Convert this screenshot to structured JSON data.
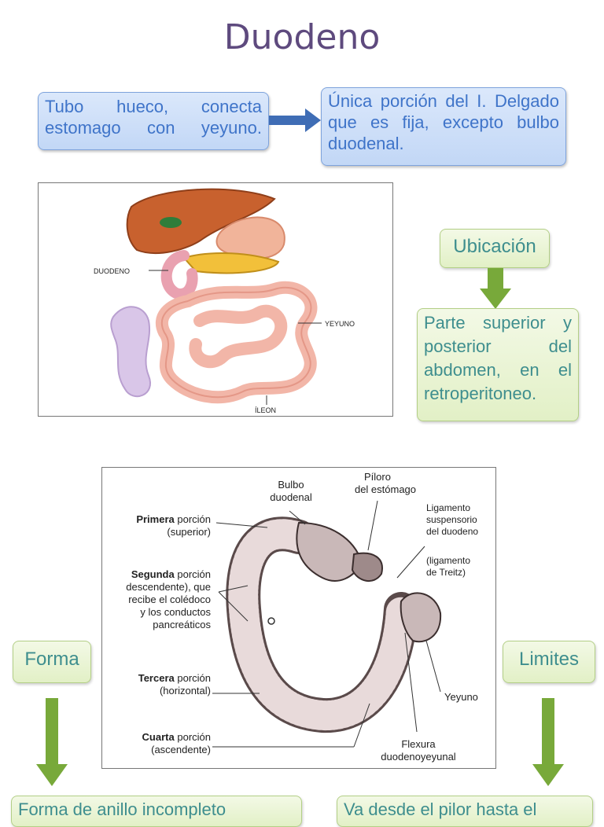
{
  "title": "Duodeno",
  "definition_box": "Tubo hueco, conecta estomago con yeyuno.",
  "fixed_box": "Única porción del I. Delgado que es fija, excepto bulbo duodenal.",
  "location": {
    "heading": "Ubicación",
    "text": "Parte superior y posterior del abdomen, en el retroperitoneo."
  },
  "figure1_labels": {
    "duodeno": "DUODENO",
    "yeyuno": "YEYUNO",
    "ileon": "ÍLEON"
  },
  "figure2_labels": {
    "bulbo": [
      "Bulbo",
      "duodenal"
    ],
    "piloro": [
      "Píloro",
      "del estómago"
    ],
    "ligamento": [
      "Ligamento",
      "suspensorio",
      "del duodeno"
    ],
    "treitz": [
      "(ligamento",
      "de Treitz)"
    ],
    "primera_bold": "Primera",
    "primera_rest": "porción",
    "primera_sub": "(superior)",
    "segunda_bold": "Segunda",
    "segunda_rest": "porción",
    "segunda_lines": [
      "descendente), que",
      "recibe el colédoco",
      "y los conductos",
      "pancreáticos"
    ],
    "tercera_bold": "Tercera",
    "tercera_rest": "porción",
    "tercera_sub": "(horizontal)",
    "cuarta_bold": "Cuarta",
    "cuarta_rest": "porción",
    "cuarta_sub": "(ascendente)",
    "yeyuno": "Yeyuno",
    "flexura": [
      "Flexura",
      "duodenoyeyunal"
    ]
  },
  "forma_heading": "Forma",
  "limites_heading": "Limites",
  "forma_text": "Forma de anillo incompleto",
  "limites_text": "Va desde el pilor hasta el"
}
